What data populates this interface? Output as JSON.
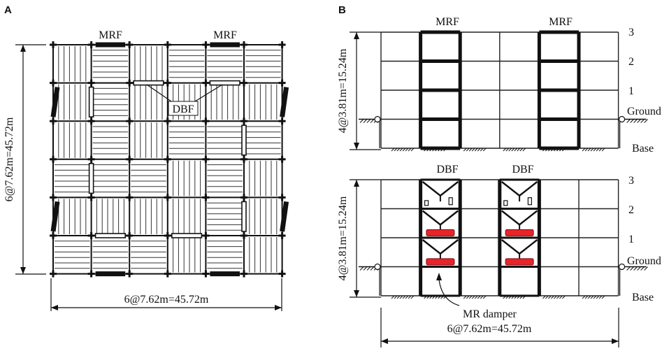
{
  "panels": {
    "a_label": "A",
    "b_label": "B"
  },
  "plan": {
    "top_label_1": "MRF",
    "top_label_2": "MRF",
    "dbf_label": "DBF",
    "bottom_dim": "6@7.62m=45.72m",
    "side_dim": "6@7.62m=45.72m"
  },
  "elevation_top": {
    "label_1": "MRF",
    "label_2": "MRF",
    "side_dim": "4@3.81m=15.24m",
    "levels": [
      "3",
      "2",
      "1"
    ],
    "ground": "Ground",
    "base": "Base"
  },
  "elevation_bottom": {
    "label_1": "DBF",
    "label_2": "DBF",
    "side_dim": "4@3.81m=15.24m",
    "levels": [
      "3",
      "2",
      "1"
    ],
    "ground": "Ground",
    "base": "Base",
    "damper_label": "MR damper",
    "bottom_dim": "6@7.62m=45.72m"
  },
  "colors": {
    "damper": "#e8242a",
    "line": "#111111"
  }
}
